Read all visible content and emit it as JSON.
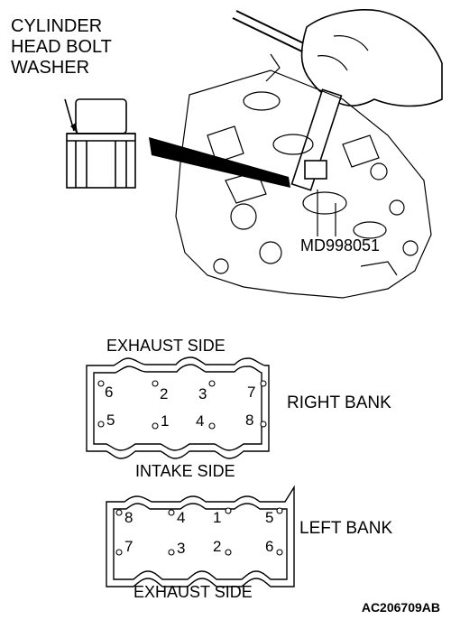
{
  "washer": {
    "label_line1": "CYLINDER",
    "label_line2": "HEAD BOLT",
    "label_line3": "WASHER"
  },
  "tool": {
    "label": "MD998051"
  },
  "right_bank": {
    "top_side": "EXHAUST SIDE",
    "bottom_side": "INTAKE SIDE",
    "label": "RIGHT BANK",
    "bolts_top": [
      "6",
      "2",
      "3",
      "7"
    ],
    "bolts_bottom": [
      "5",
      "1",
      "4",
      "8"
    ]
  },
  "left_bank": {
    "label": "LEFT BANK",
    "bottom_side": "EXHAUST SIDE",
    "bolts_top": [
      "8",
      "4",
      "1",
      "5"
    ],
    "bolts_bottom": [
      "7",
      "3",
      "2",
      "6"
    ]
  },
  "figure_id": "AC206709AB"
}
